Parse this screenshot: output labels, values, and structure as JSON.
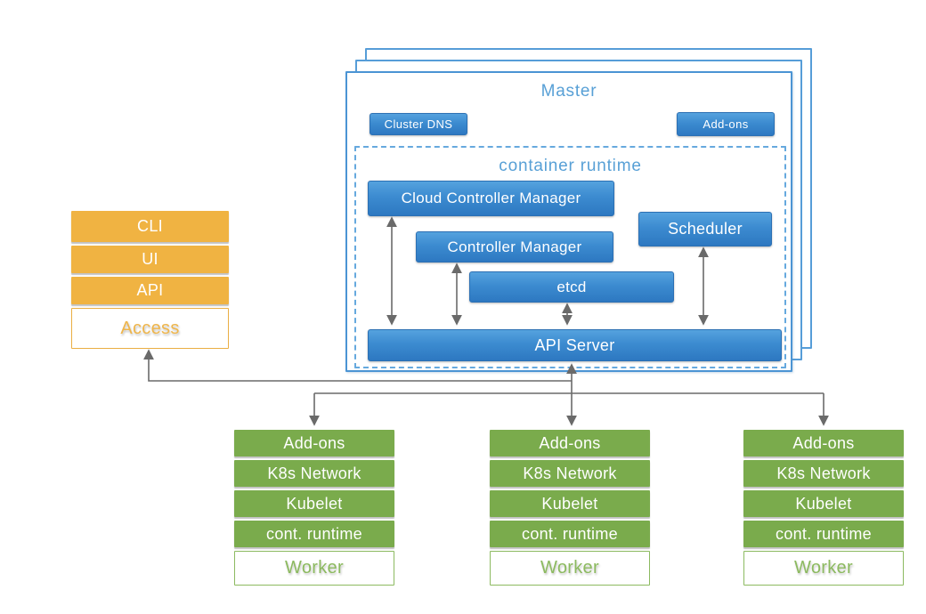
{
  "colors": {
    "blue_accent": "#3c8bd0",
    "blue_light_text": "#58a0d6",
    "orange": "#f0b342",
    "green": "#7aab4c",
    "arrow_gray": "#6a6a6a"
  },
  "master": {
    "title": "Master",
    "cluster_dns": "Cluster DNS",
    "addons": "Add-ons",
    "container_runtime": {
      "title": "container runtime",
      "cloud_controller_manager": "Cloud Controller Manager",
      "controller_manager": "Controller Manager",
      "etcd": "etcd",
      "scheduler": "Scheduler",
      "api_server": "API Server"
    }
  },
  "access": {
    "rows": [
      "CLI",
      "UI",
      "API"
    ],
    "label": "Access"
  },
  "workers": [
    {
      "rows": [
        "Add-ons",
        "K8s Network",
        "Kubelet",
        "cont. runtime"
      ],
      "label": "Worker"
    },
    {
      "rows": [
        "Add-ons",
        "K8s Network",
        "Kubelet",
        "cont. runtime"
      ],
      "label": "Worker"
    },
    {
      "rows": [
        "Add-ons",
        "K8s Network",
        "Kubelet",
        "cont. runtime"
      ],
      "label": "Worker"
    }
  ]
}
